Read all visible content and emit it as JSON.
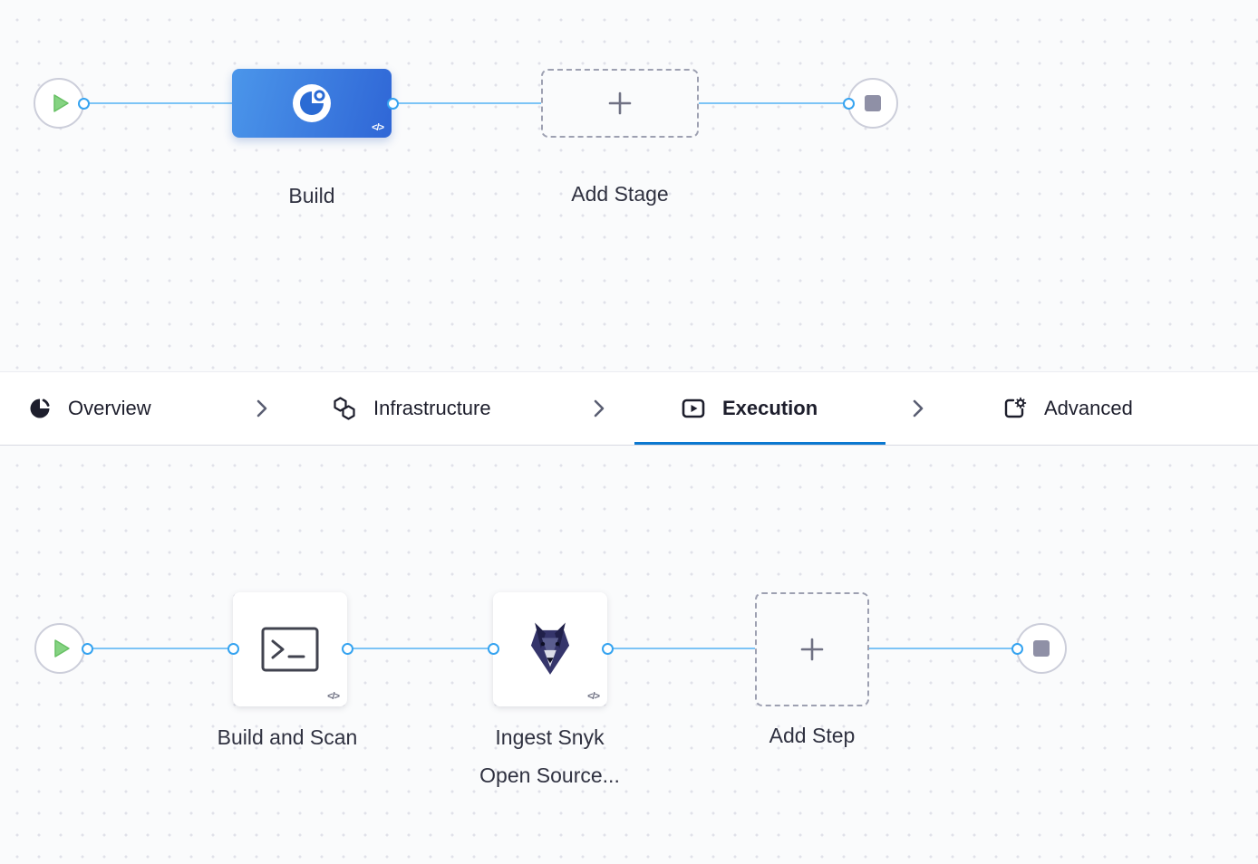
{
  "code_badge": "</>",
  "colors": {
    "canvas_bg": "#fafbfc",
    "accent_blue": "#0b78d0",
    "link_blue": "#7cc4f6",
    "port_blue": "#35a3f0",
    "stage_blue_1": "#4b96ea",
    "stage_blue_2": "#2f66d6",
    "play_green": "#85d382",
    "end_gray": "#8f90a6"
  },
  "stage_pipeline": {
    "stage_label": "Build",
    "add_stage_label": "Add Stage"
  },
  "tab_bar": {
    "tabs": [
      {
        "label": "Overview",
        "active": false
      },
      {
        "label": "Infrastructure",
        "active": false
      },
      {
        "label": "Execution",
        "active": true
      },
      {
        "label": "Advanced",
        "active": false
      }
    ]
  },
  "step_pipeline": {
    "steps": [
      {
        "label": "Build and Scan"
      },
      {
        "label": "Ingest Snyk Open Source..."
      }
    ],
    "add_step_label": "Add Step"
  }
}
